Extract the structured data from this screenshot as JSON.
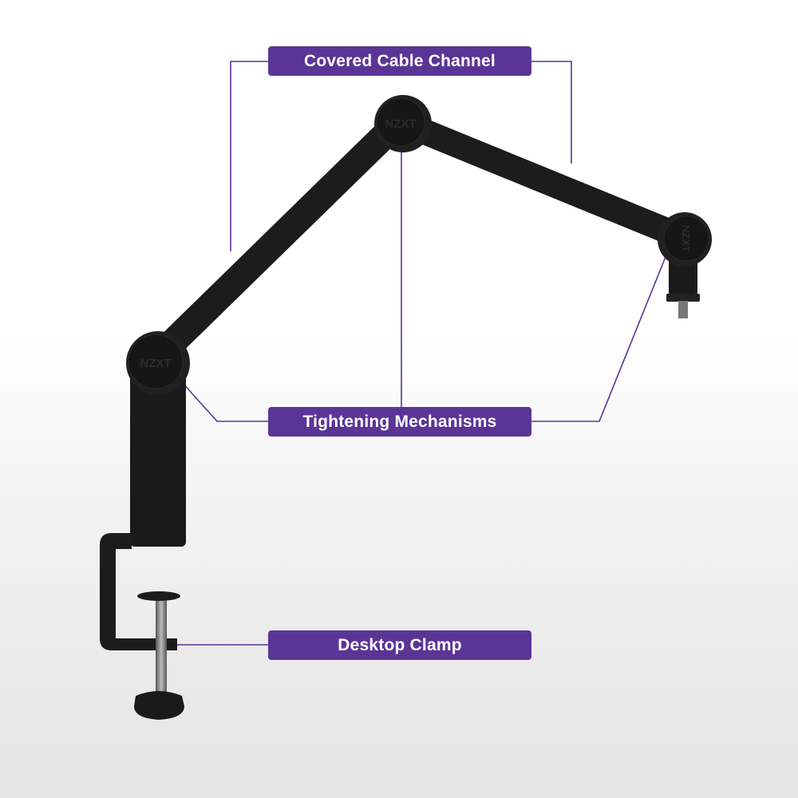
{
  "colors": {
    "accent": "#5a3596",
    "arm": "#1c1c1c",
    "line": "#5a3596"
  },
  "labels": {
    "cable_channel": "Covered Cable Channel",
    "tightening": "Tightening Mechanisms",
    "clamp": "Desktop Clamp"
  },
  "logos": {
    "joint_text": "NZXT"
  }
}
